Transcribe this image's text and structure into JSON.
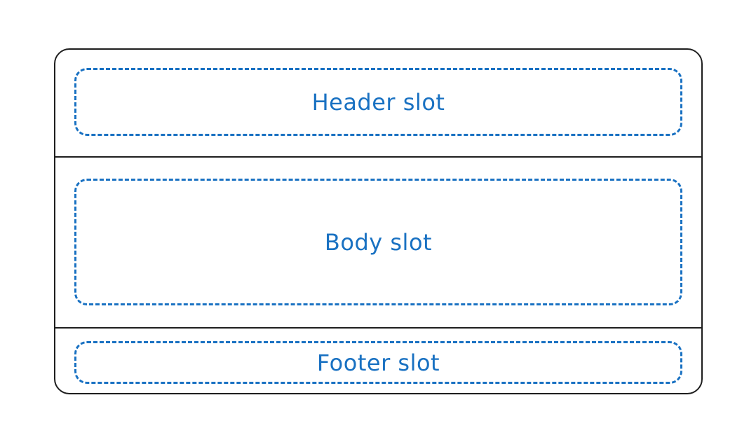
{
  "diagram": {
    "slots": {
      "header": "Header slot",
      "body": "Body slot",
      "footer": "Footer slot"
    },
    "colors": {
      "outline": "#1e1e1e",
      "slot": "#1971c2",
      "background": "#ffffff"
    }
  }
}
